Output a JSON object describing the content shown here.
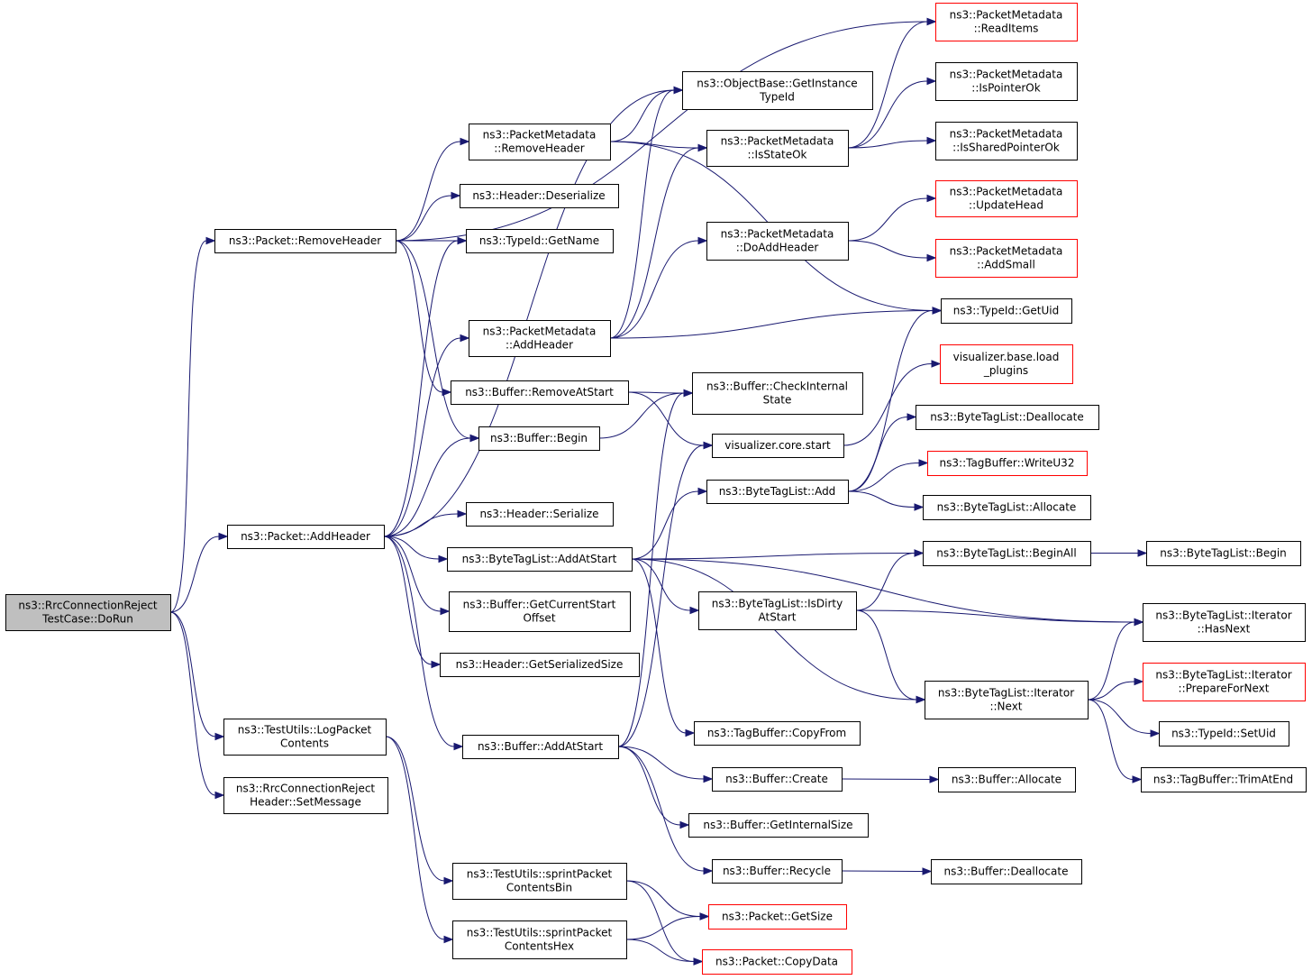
{
  "colors": {
    "edge": "#191970",
    "root_fill": "#bfbfbf",
    "truncated_border": "#ff0000"
  },
  "nodes": [
    {
      "id": "root",
      "lines": [
        "ns3::RrcConnectionReject",
        "TestCase::DoRun"
      ],
      "kind": "root"
    },
    {
      "id": "p_rh",
      "lines": [
        "ns3::Packet::RemoveHeader"
      ]
    },
    {
      "id": "p_ah",
      "lines": [
        "ns3::Packet::AddHeader"
      ]
    },
    {
      "id": "tu_lpc",
      "lines": [
        "ns3::TestUtils::LogPacket",
        "Contents"
      ]
    },
    {
      "id": "rcrh_sm",
      "lines": [
        "ns3::RrcConnectionReject",
        "Header::SetMessage"
      ]
    },
    {
      "id": "pm_rh",
      "lines": [
        "ns3::PacketMetadata",
        "::RemoveHeader"
      ]
    },
    {
      "id": "h_des",
      "lines": [
        "ns3::Header::Deserialize"
      ]
    },
    {
      "id": "tid_gn",
      "lines": [
        "ns3::TypeId::GetName"
      ]
    },
    {
      "id": "pm_ah",
      "lines": [
        "ns3::PacketMetadata",
        "::AddHeader"
      ]
    },
    {
      "id": "b_ras",
      "lines": [
        "ns3::Buffer::RemoveAtStart"
      ]
    },
    {
      "id": "b_begin",
      "lines": [
        "ns3::Buffer::Begin"
      ]
    },
    {
      "id": "h_ser",
      "lines": [
        "ns3::Header::Serialize"
      ]
    },
    {
      "id": "btl_aas",
      "lines": [
        "ns3::ByteTagList::AddAtStart"
      ]
    },
    {
      "id": "b_gcso",
      "lines": [
        "ns3::Buffer::GetCurrentStart",
        "Offset"
      ]
    },
    {
      "id": "h_gss",
      "lines": [
        "ns3::Header::GetSerializedSize"
      ]
    },
    {
      "id": "b_aas",
      "lines": [
        "ns3::Buffer::AddAtStart"
      ]
    },
    {
      "id": "tu_spcb",
      "lines": [
        "ns3::TestUtils::sprintPacket",
        "ContentsBin"
      ]
    },
    {
      "id": "tu_spch",
      "lines": [
        "ns3::TestUtils::sprintPacket",
        "ContentsHex"
      ]
    },
    {
      "id": "ob_git",
      "lines": [
        "ns3::ObjectBase::GetInstance",
        "TypeId"
      ]
    },
    {
      "id": "pm_iso",
      "lines": [
        "ns3::PacketMetadata",
        "::IsStateOk"
      ]
    },
    {
      "id": "pm_dah",
      "lines": [
        "ns3::PacketMetadata",
        "::DoAddHeader"
      ]
    },
    {
      "id": "b_cis",
      "lines": [
        "ns3::Buffer::CheckInternal",
        "State"
      ]
    },
    {
      "id": "vcs",
      "lines": [
        "visualizer.core.start"
      ]
    },
    {
      "id": "btl_add",
      "lines": [
        "ns3::ByteTagList::Add"
      ]
    },
    {
      "id": "btl_ida",
      "lines": [
        "ns3::ByteTagList::IsDirty",
        "AtStart"
      ]
    },
    {
      "id": "tb_cf",
      "lines": [
        "ns3::TagBuffer::CopyFrom"
      ]
    },
    {
      "id": "b_create",
      "lines": [
        "ns3::Buffer::Create"
      ]
    },
    {
      "id": "b_gis",
      "lines": [
        "ns3::Buffer::GetInternalSize"
      ]
    },
    {
      "id": "b_recycle",
      "lines": [
        "ns3::Buffer::Recycle"
      ]
    },
    {
      "id": "p_gs",
      "lines": [
        "ns3::Packet::GetSize"
      ],
      "kind": "trunc"
    },
    {
      "id": "p_cd",
      "lines": [
        "ns3::Packet::CopyData"
      ],
      "kind": "trunc"
    },
    {
      "id": "pm_ri",
      "lines": [
        "ns3::PacketMetadata",
        "::ReadItems"
      ],
      "kind": "trunc"
    },
    {
      "id": "pm_ipo",
      "lines": [
        "ns3::PacketMetadata",
        "::IsPointerOk"
      ]
    },
    {
      "id": "pm_ispo",
      "lines": [
        "ns3::PacketMetadata",
        "::IsSharedPointerOk"
      ]
    },
    {
      "id": "pm_uh",
      "lines": [
        "ns3::PacketMetadata",
        "::UpdateHead"
      ],
      "kind": "trunc"
    },
    {
      "id": "pm_as",
      "lines": [
        "ns3::PacketMetadata",
        "::AddSmall"
      ],
      "kind": "trunc"
    },
    {
      "id": "tid_gu",
      "lines": [
        "ns3::TypeId::GetUid"
      ]
    },
    {
      "id": "vbl",
      "lines": [
        "visualizer.base.load",
        "_plugins"
      ],
      "kind": "trunc"
    },
    {
      "id": "btl_dealloc",
      "lines": [
        "ns3::ByteTagList::Deallocate"
      ]
    },
    {
      "id": "tb_wu32",
      "lines": [
        "ns3::TagBuffer::WriteU32"
      ],
      "kind": "trunc"
    },
    {
      "id": "btl_alloc",
      "lines": [
        "ns3::ByteTagList::Allocate"
      ]
    },
    {
      "id": "btl_ba",
      "lines": [
        "ns3::ByteTagList::BeginAll"
      ]
    },
    {
      "id": "btl_begin",
      "lines": [
        "ns3::ByteTagList::Begin"
      ]
    },
    {
      "id": "btli_hn",
      "lines": [
        "ns3::ByteTagList::Iterator",
        "::HasNext"
      ]
    },
    {
      "id": "btli_next",
      "lines": [
        "ns3::ByteTagList::Iterator",
        "::Next"
      ]
    },
    {
      "id": "btli_pfn",
      "lines": [
        "ns3::ByteTagList::Iterator",
        "::PrepareForNext"
      ],
      "kind": "trunc"
    },
    {
      "id": "tid_su",
      "lines": [
        "ns3::TypeId::SetUid"
      ]
    },
    {
      "id": "tb_tae",
      "lines": [
        "ns3::TagBuffer::TrimAtEnd"
      ]
    },
    {
      "id": "b_alloc",
      "lines": [
        "ns3::Buffer::Allocate"
      ]
    },
    {
      "id": "b_dealloc",
      "lines": [
        "ns3::Buffer::Deallocate"
      ]
    }
  ],
  "edges": [
    [
      "root",
      "p_rh"
    ],
    [
      "root",
      "p_ah"
    ],
    [
      "root",
      "tu_lpc"
    ],
    [
      "root",
      "rcrh_sm"
    ],
    [
      "p_rh",
      "pm_ri"
    ],
    [
      "p_rh",
      "pm_rh"
    ],
    [
      "p_rh",
      "h_des"
    ],
    [
      "p_rh",
      "tid_gn"
    ],
    [
      "p_rh",
      "b_ras"
    ],
    [
      "p_rh",
      "b_begin"
    ],
    [
      "p_ah",
      "ob_git"
    ],
    [
      "p_ah",
      "tid_gn"
    ],
    [
      "p_ah",
      "pm_ah"
    ],
    [
      "p_ah",
      "b_begin"
    ],
    [
      "p_ah",
      "h_ser"
    ],
    [
      "p_ah",
      "btl_aas"
    ],
    [
      "p_ah",
      "b_gcso"
    ],
    [
      "p_ah",
      "h_gss"
    ],
    [
      "p_ah",
      "b_aas"
    ],
    [
      "pm_rh",
      "ob_git"
    ],
    [
      "pm_rh",
      "pm_iso"
    ],
    [
      "pm_rh",
      "tid_gu"
    ],
    [
      "pm_ah",
      "ob_git"
    ],
    [
      "pm_ah",
      "pm_iso"
    ],
    [
      "pm_ah",
      "pm_dah"
    ],
    [
      "pm_ah",
      "tid_gu"
    ],
    [
      "pm_iso",
      "pm_ri"
    ],
    [
      "pm_iso",
      "pm_ipo"
    ],
    [
      "pm_iso",
      "pm_ispo"
    ],
    [
      "pm_dah",
      "pm_uh"
    ],
    [
      "pm_dah",
      "pm_as"
    ],
    [
      "b_ras",
      "b_cis"
    ],
    [
      "b_ras",
      "vcs"
    ],
    [
      "b_begin",
      "b_cis"
    ],
    [
      "vcs",
      "vbl"
    ],
    [
      "btl_aas",
      "btl_add"
    ],
    [
      "btl_aas",
      "btl_ba"
    ],
    [
      "btl_aas",
      "btli_hn"
    ],
    [
      "btl_aas",
      "btl_ida"
    ],
    [
      "btl_aas",
      "tb_cf"
    ],
    [
      "btl_aas",
      "btli_next"
    ],
    [
      "btl_add",
      "tid_gu"
    ],
    [
      "btl_add",
      "btl_dealloc"
    ],
    [
      "btl_add",
      "tb_wu32"
    ],
    [
      "btl_add",
      "btl_alloc"
    ],
    [
      "btl_ba",
      "btl_begin"
    ],
    [
      "btl_ida",
      "btl_ba"
    ],
    [
      "btl_ida",
      "btli_hn"
    ],
    [
      "btl_ida",
      "btli_next"
    ],
    [
      "btli_next",
      "btli_hn"
    ],
    [
      "btli_next",
      "btli_pfn"
    ],
    [
      "btli_next",
      "tid_su"
    ],
    [
      "btli_next",
      "tb_tae"
    ],
    [
      "b_aas",
      "b_cis"
    ],
    [
      "b_aas",
      "vcs"
    ],
    [
      "b_aas",
      "b_create"
    ],
    [
      "b_aas",
      "b_gis"
    ],
    [
      "b_aas",
      "b_recycle"
    ],
    [
      "b_create",
      "b_alloc"
    ],
    [
      "b_recycle",
      "b_dealloc"
    ],
    [
      "tu_lpc",
      "tu_spcb"
    ],
    [
      "tu_lpc",
      "tu_spch"
    ],
    [
      "tu_spcb",
      "p_gs"
    ],
    [
      "tu_spcb",
      "p_cd"
    ],
    [
      "tu_spch",
      "p_gs"
    ],
    [
      "tu_spch",
      "p_cd"
    ]
  ]
}
